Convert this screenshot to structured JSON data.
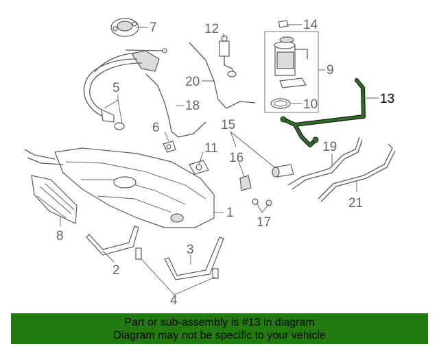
{
  "diagram": {
    "callouts": [
      "1",
      "2",
      "3",
      "4",
      "5",
      "6",
      "7",
      "8",
      "9",
      "10",
      "11",
      "12",
      "13",
      "14",
      "15",
      "16",
      "17",
      "18",
      "19",
      "20",
      "21"
    ],
    "highlighted_callout": "13"
  },
  "banner": {
    "line1": "Part or sub-assembly is #13 in diagram",
    "line2": "Diagram may not be specific to your vehicle"
  },
  "colors": {
    "banner_background": "#237a0e",
    "highlight_part": "#2f6f2a",
    "line_art": "#5a5a5a"
  }
}
